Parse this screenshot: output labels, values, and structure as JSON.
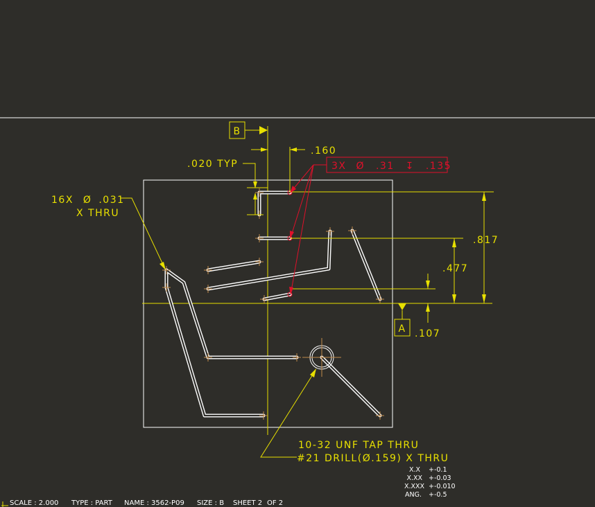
{
  "datums": {
    "b": "B",
    "a": "A"
  },
  "dimensions": {
    "d160": ".160",
    "d020": ".020 TYP",
    "d817": ".817",
    "d477": ".477",
    "d107": ".107"
  },
  "callouts": {
    "counterbore": {
      "count": "3X",
      "diameter_symbol": "Ø",
      "size": ".31",
      "depth_symbol": "↧",
      "depth": ".135"
    },
    "holes": {
      "line1_count": "16X",
      "line1_diameter_symbol": "Ø",
      "line1_size": ".031",
      "line2": "X THRU"
    },
    "tap": {
      "line1": "10-32 UNF TAP THRU",
      "line2": "#21 DRILL(Ø.159) X THRU"
    }
  },
  "tolerances": [
    {
      "label": "X.X",
      "value": "+-0.1"
    },
    {
      "label": "X.XX",
      "value": "+-0.03"
    },
    {
      "label": "X.XXX",
      "value": "+-0.010"
    },
    {
      "label": "ANG.",
      "value": "+-0.5"
    }
  ],
  "status_bar": {
    "scale": "SCALE : 2.000",
    "type": "TYPE : PART",
    "name": "NAME : 3562-P09",
    "size": "SIZE : B",
    "sheet": "SHEET 2",
    "of": "OF 2"
  },
  "colors": {
    "background": "#2e2d29",
    "annotation": "#e8e000",
    "geometry": "#ffffff",
    "highlight": "#e0102a",
    "center_marks": "#c08a4a"
  }
}
